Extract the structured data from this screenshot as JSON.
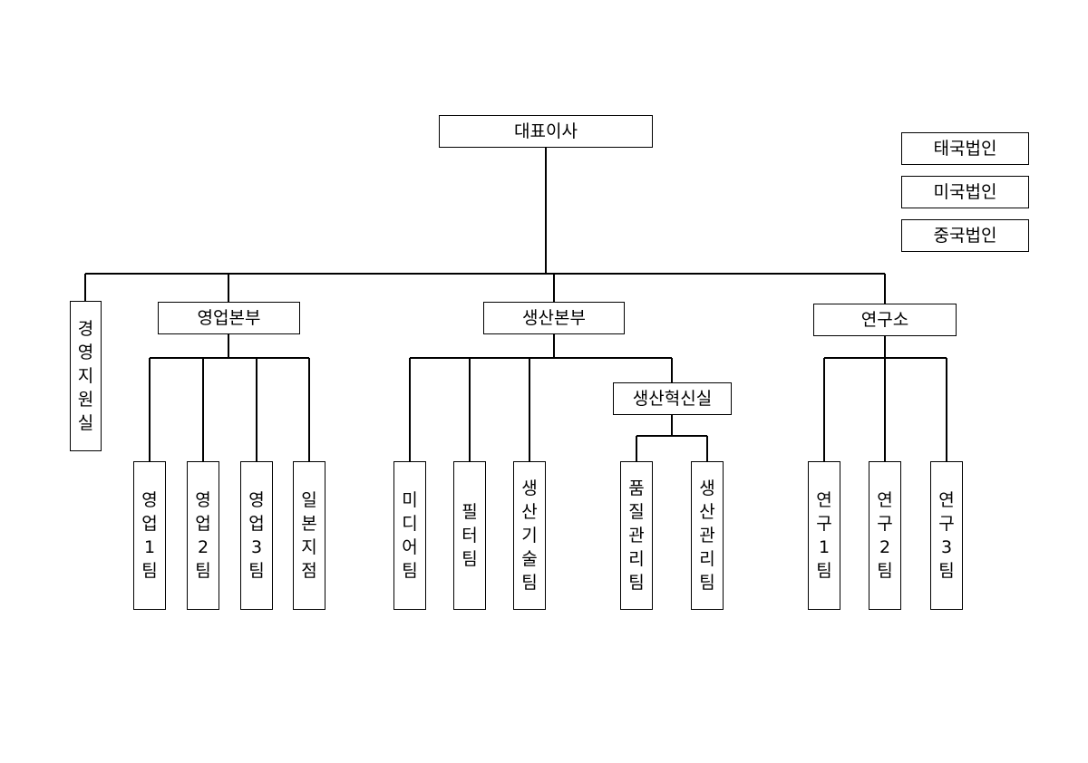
{
  "ceo": "대표이사",
  "subsidiaries": [
    "태국법인",
    "미국법인",
    "중국법인"
  ],
  "management_support": "경영지원실",
  "sales_division": {
    "label": "영업본부",
    "teams": [
      "영업1팀",
      "영업2팀",
      "영업3팀",
      "일본지점"
    ]
  },
  "production_division": {
    "label": "생산본부",
    "teams": [
      "미디어팀",
      "필터팀",
      "생산기술팀"
    ],
    "innovation_office": {
      "label": "생산혁신실",
      "teams": [
        "품질관리팀",
        "생산관리팀"
      ]
    }
  },
  "research_institute": {
    "label": "연구소",
    "teams": [
      "연구1팀",
      "연구2팀",
      "연구3팀"
    ]
  }
}
